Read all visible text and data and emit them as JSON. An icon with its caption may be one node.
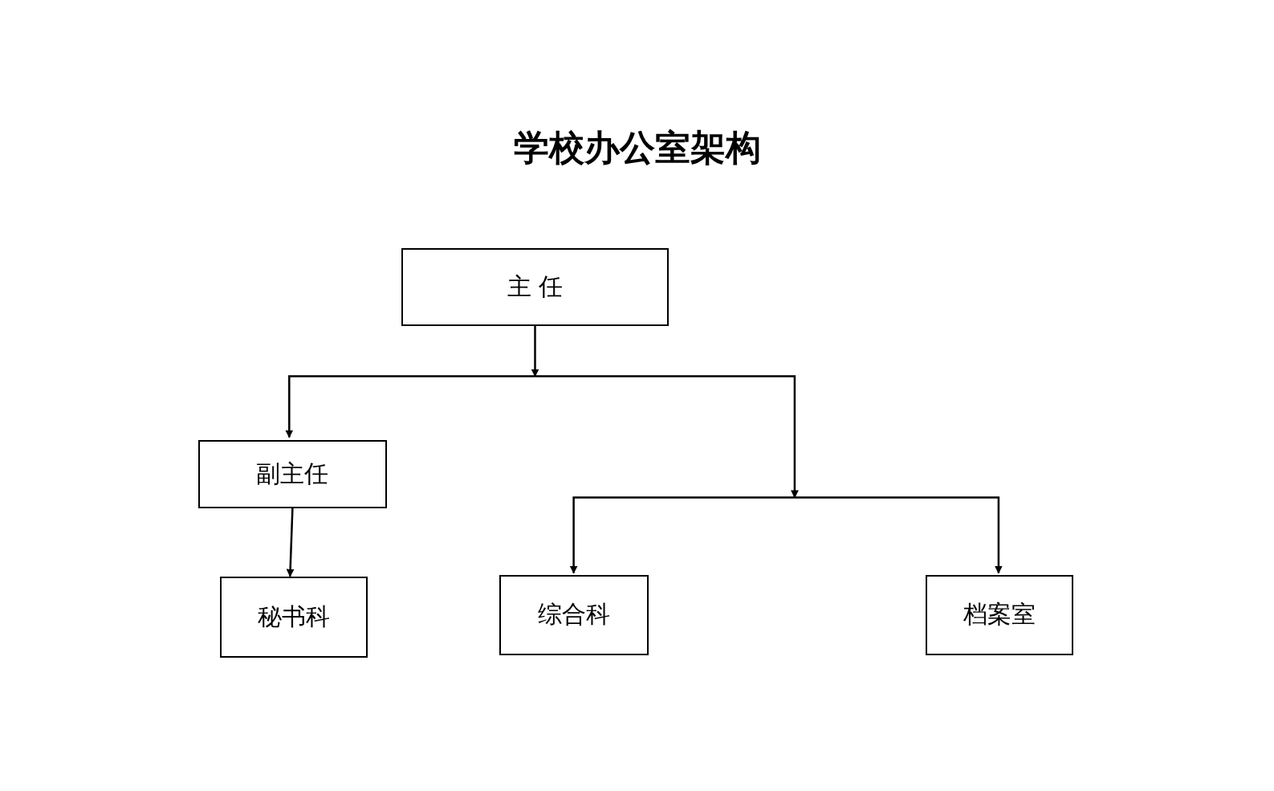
{
  "diagram": {
    "title": "学校办公室架构",
    "nodes": [
      {
        "text": [
          "主 任"
        ]
      },
      {
        "text": [
          "副主任"
        ]
      },
      {
        "text": [
          "秘书科"
        ]
      },
      {
        "text": [
          "综合科"
        ]
      },
      {
        "text": [
          "档案室"
        ]
      }
    ],
    "edges": [
      {
        "from": 0,
        "to": 1,
        "arrow": "to"
      },
      {
        "from": 0,
        "to": 3,
        "arrow": "to"
      },
      {
        "from": 0,
        "to": 4,
        "arrow": "to"
      },
      {
        "from": 1,
        "to": 2,
        "arrow": "to"
      }
    ]
  }
}
